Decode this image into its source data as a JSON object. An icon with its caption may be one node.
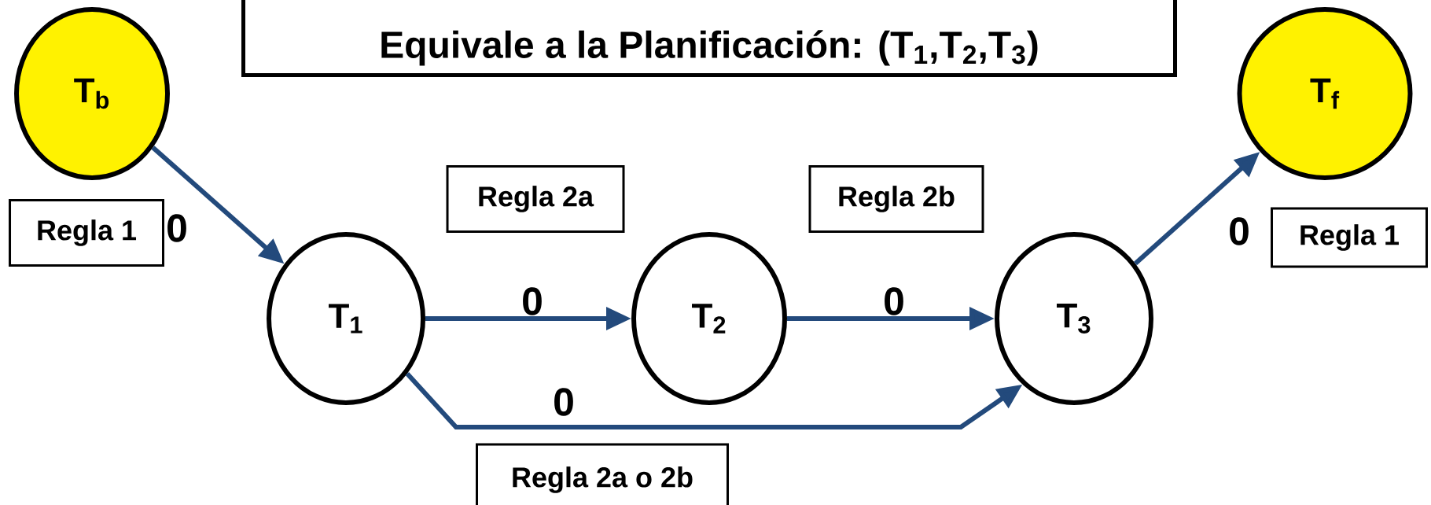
{
  "diagram": {
    "nodes": [
      {
        "text": [
          "Equivale a la Planificación:  (T$_{1}$,T$_{2}$,T$_{3}$)"
        ]
      },
      {
        "text": [
          "T$_{b}$"
        ]
      },
      {
        "text": [
          "T$_{f}$"
        ]
      },
      {
        "text": [
          "Regla 1"
        ]
      },
      {
        "text": [
          "Regla 2a"
        ]
      },
      {
        "text": [
          "Regla 2b"
        ]
      },
      {
        "text": [
          "T$_{1}$"
        ]
      },
      {
        "text": [
          "T$_{2}$"
        ]
      },
      {
        "text": [
          "T$_{3}$"
        ]
      },
      {
        "text": [
          "Regla 1"
        ]
      },
      {
        "text": [
          "Regla 2a o 2b"
        ]
      }
    ],
    "edges": [
      {
        "from": 1,
        "to": 6,
        "arrow": "to",
        "label": "0"
      },
      {
        "from": 6,
        "to": 7,
        "arrow": "to",
        "label": "0"
      },
      {
        "from": 7,
        "to": 8,
        "arrow": "to",
        "label": "0"
      },
      {
        "from": 6,
        "to": 8,
        "arrow": "to",
        "label": "0"
      },
      {
        "from": 8,
        "to": 2,
        "arrow": "to",
        "label": "0"
      }
    ]
  }
}
